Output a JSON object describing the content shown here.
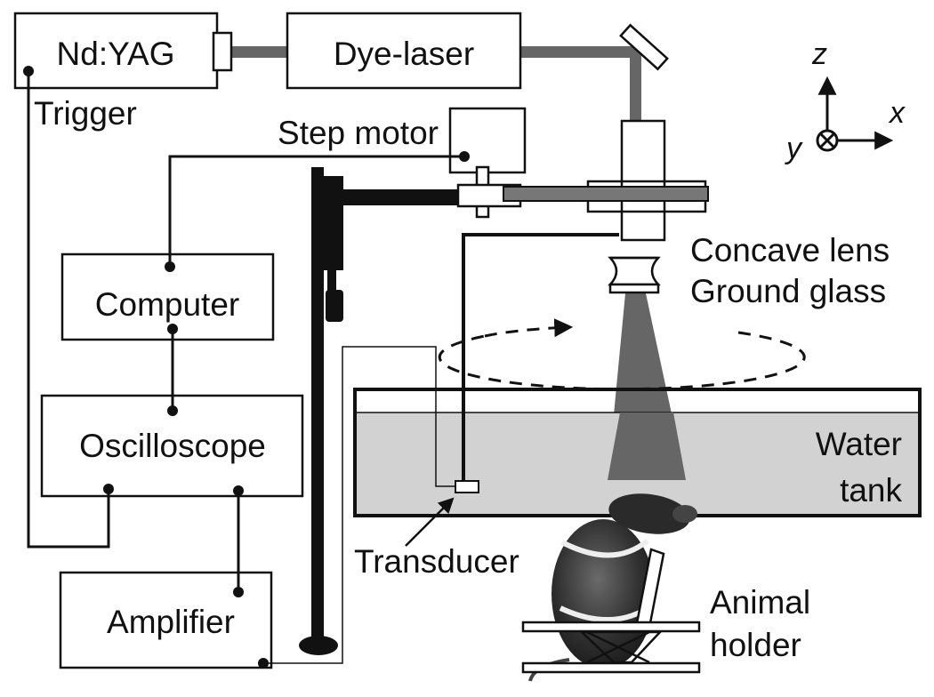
{
  "labels": {
    "nd_yag": "Nd:YAG",
    "dye_laser": "Dye-laser",
    "trigger": "Trigger",
    "step_motor": "Step motor",
    "computer": "Computer",
    "oscilloscope": "Oscilloscope",
    "amplifier": "Amplifier",
    "concave_lens": "Concave lens",
    "ground_glass": "Ground glass",
    "water": "Water",
    "tank": "tank",
    "transducer": "Transducer",
    "animal": "Animal",
    "holder": "holder"
  },
  "axes": {
    "z": "z",
    "x": "x",
    "y": "y"
  },
  "colors": {
    "beam": "#666666",
    "water": "#d2d2d2",
    "line": "#111111",
    "mouse_fur": "#3a3a3a"
  }
}
